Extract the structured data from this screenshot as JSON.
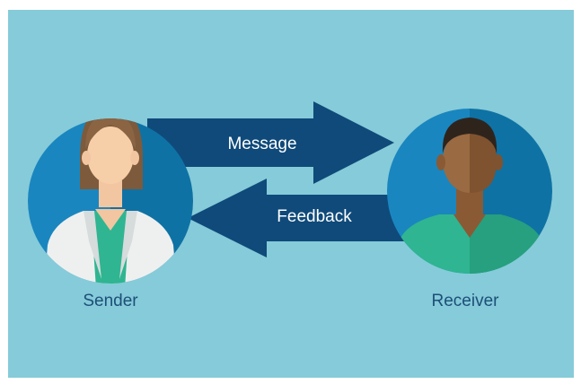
{
  "colors": {
    "background": "#86cbd9",
    "circle_left_half": "#1a86bf",
    "circle_right_half": "#0f72a4",
    "arrow": "#0f4a7a",
    "label_text": "#1d4f78",
    "arrow_text": "#ffffff"
  },
  "sender": {
    "label": "Sender"
  },
  "receiver": {
    "label": "Receiver"
  },
  "arrows": {
    "message": {
      "label": "Message"
    },
    "feedback": {
      "label": "Feedback"
    }
  }
}
